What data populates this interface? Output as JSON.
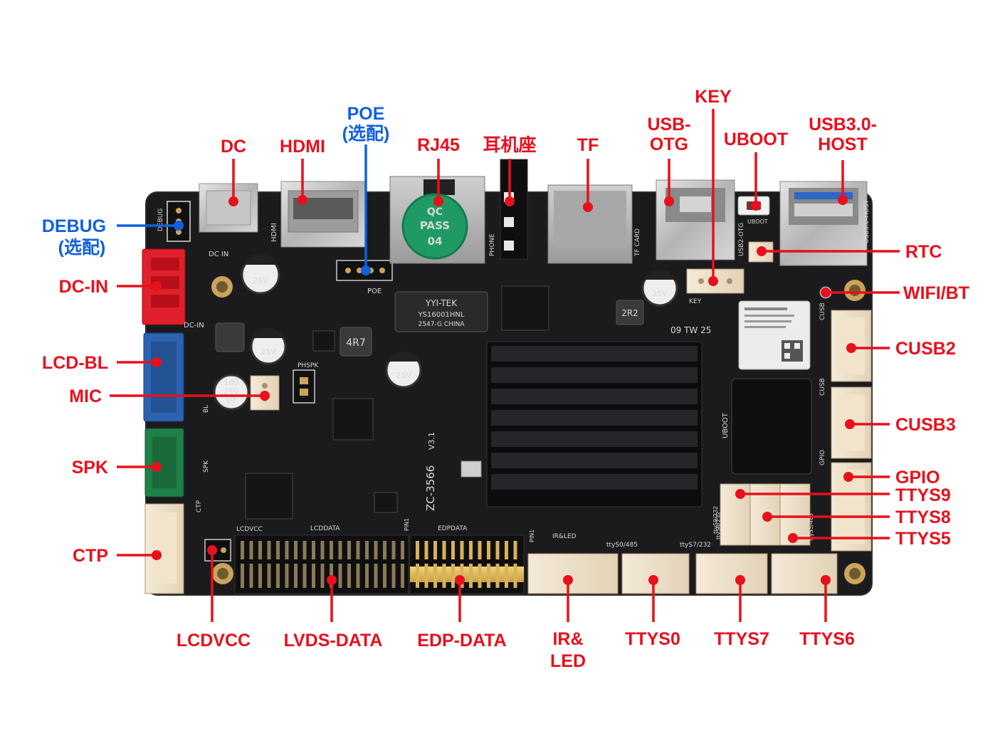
{
  "colors": {
    "label_red": "#e8101c",
    "label_blue": "#1060e0",
    "pcb": "#1b1b1d",
    "heatsink": "#0c0c0e"
  },
  "board": {
    "model": "ZC-3566",
    "version": "V3.1",
    "qc_sticker": [
      "QC",
      "PASS",
      "04"
    ],
    "transformer_text": [
      "YYI-TEK",
      "YS16001HNL",
      "2547-G CHINA"
    ],
    "cap_text": [
      "100",
      "25V",
      "VT"
    ],
    "inductor_4r7": "4R7",
    "inductor_2r2": "2R2",
    "date_code": "09  TW  25",
    "silkscreen": {
      "debug": "DEBUG",
      "dc_in_top": "DC IN",
      "dc_in_side": "DC-IN",
      "hdmi": "HDMI",
      "poe": "POE",
      "phone": "PHONE",
      "tf_card": "TF CARD",
      "usb2_otg": "USB2-OTG",
      "uboot": "UBOOT",
      "usb3_host": "USB3.0-HOST",
      "key": "KEY",
      "phspk": "PHSPK",
      "lcdvcc": "LCDVCC",
      "lcddata": "LCDDATA",
      "edpdata": "EDPDATA",
      "pin1": "PIN1",
      "ir_led": "IR&LED",
      "ttys0": "ttyS0/485",
      "ttys7": "ttyS7/232",
      "ttys9": "ttyS9/232",
      "ttys8": "ttyS8/232",
      "ttys5": "ttyS5/485",
      "cusb": "CUSB",
      "gpio": "GPIO",
      "spk": "SPK",
      "ctp": "CTP",
      "bl": "BL"
    }
  },
  "labels": {
    "dc": "DC",
    "hdmi": "HDMI",
    "poe_1": "POE",
    "poe_2": "(选配)",
    "rj45": "RJ45",
    "earphone": "耳机座",
    "tf": "TF",
    "usb_otg_1": "USB-",
    "usb_otg_2": "OTG",
    "key": "KEY",
    "uboot": "UBOOT",
    "usb3_host_1": "USB3.0-",
    "usb3_host_2": "HOST",
    "debug_1": "DEBUG",
    "debug_2": "(选配)",
    "dc_in": "DC-IN",
    "lcd_bl": "LCD-BL",
    "mic": "MIC",
    "spk": "SPK",
    "ctp": "CTP",
    "rtc": "RTC",
    "wifi_bt": "WIFI/BT",
    "cusb2": "CUSB2",
    "cusb3": "CUSB3",
    "gpio": "GPIO",
    "ttys9": "TTYS9",
    "ttys8": "TTYS8",
    "ttys5": "TTYS5",
    "lcdvcc": "LCDVCC",
    "lvds_data": "LVDS-DATA",
    "edp_data": "EDP-DATA",
    "ir_led_1": "IR&",
    "ir_led_2": "LED",
    "ttys0": "TTYS0",
    "ttys7": "TTYS7",
    "ttys6": "TTYS6"
  }
}
